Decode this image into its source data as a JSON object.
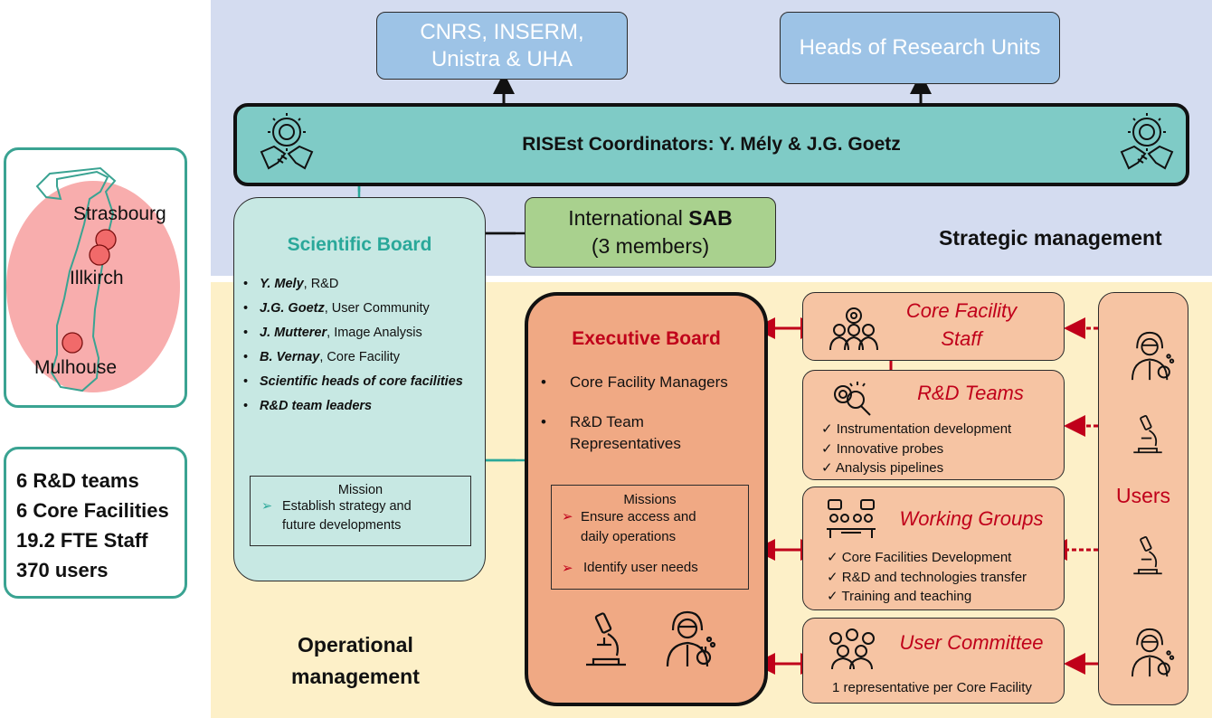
{
  "top": {
    "funders": [
      "CNRS, INSERM,",
      "Unistra & UHA"
    ],
    "heads": "Heads of Research Units"
  },
  "coordinators": "RISEst Coordinators:  Y. Mély & J.G. Goetz",
  "sab": {
    "prefix": "International ",
    "bold": "SAB",
    "line2": "(3 members)"
  },
  "labels": {
    "strategic": "Strategic management",
    "operational": [
      "Operational",
      "management"
    ]
  },
  "scientific_board": {
    "title": "Scientific Board",
    "members": [
      {
        "name": "Y. Mely",
        "role": ", R&D"
      },
      {
        "name": "J.G. Goetz",
        "role": ", User Community"
      },
      {
        "name": "J. Mutterer",
        "role": ", Image Analysis"
      },
      {
        "name": "B. Vernay",
        "role": ", Core Facility"
      },
      {
        "name": "Scientific heads of core facilities",
        "role": ""
      },
      {
        "name": "R&D team leaders",
        "role": ""
      }
    ],
    "mission_title": "Mission",
    "mission_text": [
      "Establish strategy and",
      "future developments"
    ]
  },
  "executive_board": {
    "title": "Executive Board",
    "items": [
      "Core Facility Managers",
      "R&D Team",
      "Representatives"
    ],
    "missions_title": "Missions",
    "missions": [
      [
        "Ensure access and",
        "daily operations"
      ],
      [
        "Identify user needs"
      ]
    ]
  },
  "core_facility_staff": {
    "title": [
      "Core Facility",
      "Staff"
    ]
  },
  "rd_teams": {
    "title": "R&D Teams",
    "items": [
      "Instrumentation development",
      "Innovative probes",
      "Analysis pipelines"
    ]
  },
  "working_groups": {
    "title": "Working Groups",
    "items": [
      "Core Facilities Development",
      "R&D and technologies transfer",
      "Training and teaching"
    ]
  },
  "user_committee": {
    "title": "User Committee",
    "text": "1 representative per Core Facility"
  },
  "users": {
    "label": "Users"
  },
  "map": {
    "cities": [
      "Strasbourg",
      "Illkirch",
      "Mulhouse"
    ]
  },
  "stats": [
    "6 R&D teams",
    "6 Core Facilities",
    "19.2 FTE Staff",
    "370 users"
  ],
  "colors": {
    "teal": "#2aa89a",
    "red": "#c0001a",
    "strategic_bg": "#d4dcf0",
    "operational_bg": "#fdf0c8"
  }
}
